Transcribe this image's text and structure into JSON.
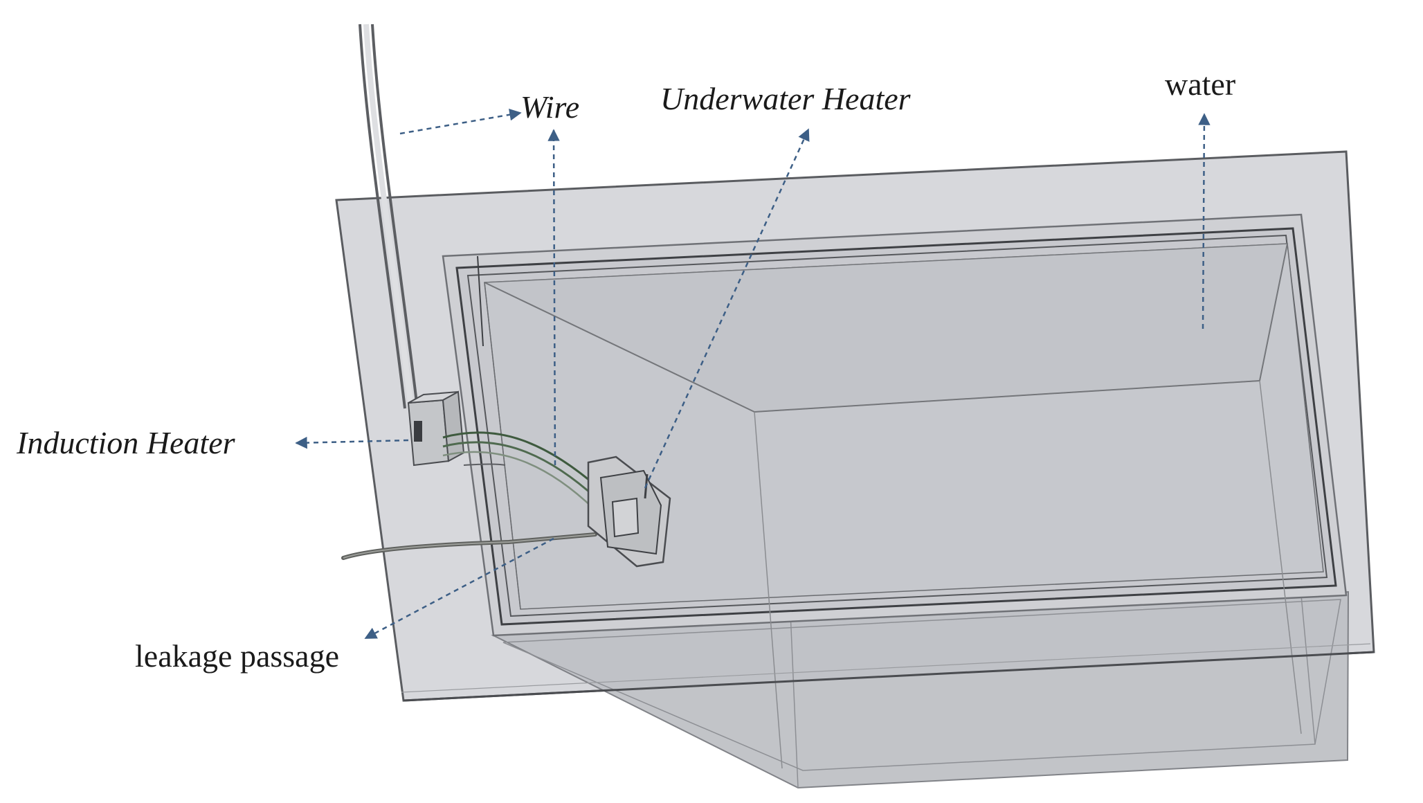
{
  "labels": {
    "wire": "Wire",
    "underwater_heater": "Underwater Heater",
    "water": "water",
    "induction_heater": "Induction Heater",
    "leakage_passage": "leakage passage"
  },
  "colors": {
    "plate_fill": "#d7d8dc",
    "plate_stroke": "#5a5c60",
    "tank_fill": "#c4c6cb",
    "leader": "#3d5f86",
    "wire_dark": "#4f5a4f",
    "text": "#1a1a1a"
  }
}
